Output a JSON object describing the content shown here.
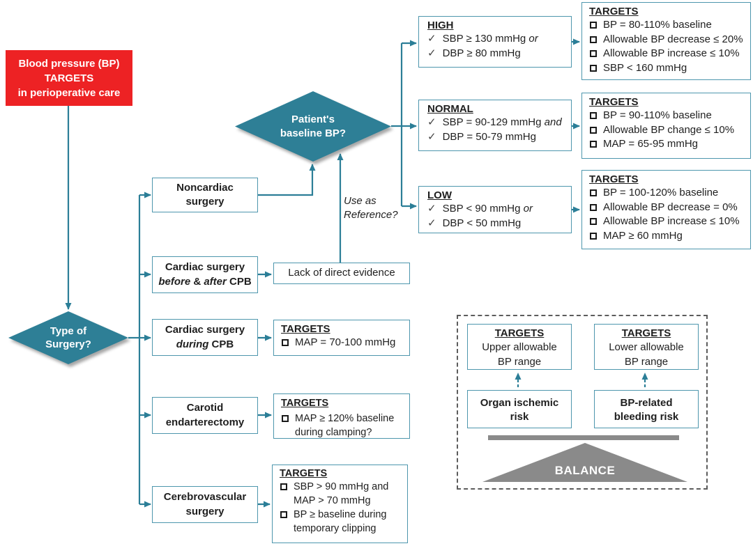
{
  "colors": {
    "accent_teal": "#2b7e97",
    "diamond_fill": "#2e7f96",
    "box_border": "#4d96ad",
    "alert_red": "#ed2224",
    "balance_gray": "#8a8a8a",
    "text": "#1f1f1f"
  },
  "icons": {
    "checkmark": "✓"
  },
  "title_box": {
    "text": "Blood pressure (BP)\nTARGETS\nin perioperative care"
  },
  "decisions": {
    "surgery_type": "Type of\nSurgery?",
    "baseline_bp": "Patient's\nbaseline BP?"
  },
  "reference_note": "Use as\nReference?",
  "branches": {
    "noncardiac": {
      "label": "Noncardiac\nsurgery"
    },
    "cardiac_perioperative": {
      "line1": "Cardiac surgery",
      "seg_before": "before",
      "seg_amp": " & ",
      "seg_after": "after",
      "seg_cpb": " CPB",
      "result": "Lack of direct evidence"
    },
    "cardiac_during": {
      "line1": "Cardiac surgery",
      "seg_during": "during",
      "seg_cpb": " CPB"
    },
    "carotid": {
      "label": "Carotid\nendarterectomy"
    },
    "cerebrovascular": {
      "label": "Cerebrovascular\nsurgery"
    }
  },
  "baseline_categories": [
    {
      "heading": "HIGH",
      "criteria": [
        {
          "text": "SBP ≥ 130 mmHg",
          "tail": " or"
        },
        {
          "text": "DBP ≥ 80 mmHg"
        }
      ],
      "targets_heading": "TARGETS",
      "targets": [
        {
          "text": "BP = 80-110% baseline"
        },
        {
          "text": "Allowable BP decrease ≤ 20%"
        },
        {
          "text": "Allowable BP increase ≤ 10%"
        },
        {
          "text": "SBP < 160 mmHg"
        }
      ]
    },
    {
      "heading": "NORMAL",
      "criteria": [
        {
          "text": "SBP = 90-129 mmHg",
          "tail": " and"
        },
        {
          "text": "DBP = 50-79 mmHg"
        }
      ],
      "targets_heading": "TARGETS",
      "targets": [
        {
          "text": "BP = 90-110% baseline"
        },
        {
          "text": "Allowable BP change ≤ 10%"
        },
        {
          "text": "MAP = 65-95 mmHg"
        }
      ]
    },
    {
      "heading": "LOW",
      "criteria": [
        {
          "text": "SBP < 90 mmHg",
          "tail": " or"
        },
        {
          "text": "DBP < 50 mmHg"
        }
      ],
      "targets_heading": "TARGETS",
      "targets": [
        {
          "text": "BP = 100-120% baseline"
        },
        {
          "text": "Allowable BP decrease = 0%"
        },
        {
          "text": "Allowable BP increase ≤ 10%"
        },
        {
          "text": "MAP ≥ 60 mmHg"
        }
      ]
    }
  ],
  "procedure_targets": {
    "cardiac_during": {
      "heading": "TARGETS",
      "items": [
        {
          "text": "MAP = 70-100 mmHg"
        }
      ]
    },
    "carotid": {
      "heading": "TARGETS",
      "items": [
        {
          "text": "MAP ≥ 120% baseline during clamping?"
        }
      ]
    },
    "cerebrovascular": {
      "heading": "TARGETS",
      "items": [
        {
          "text": "SBP > 90 mmHg and MAP > 70 mmHg"
        },
        {
          "text": "BP ≥ baseline during temporary clipping"
        }
      ]
    }
  },
  "balance_panel": {
    "upper_targets": {
      "heading": "TARGETS",
      "body": "Upper allowable\nBP range"
    },
    "lower_targets": {
      "heading": "TARGETS",
      "body": "Lower allowable\nBP range"
    },
    "ischemic_risk": "Organ ischemic\nrisk",
    "bleeding_risk": "BP-related\nbleeding risk",
    "balance_label": "BALANCE"
  }
}
